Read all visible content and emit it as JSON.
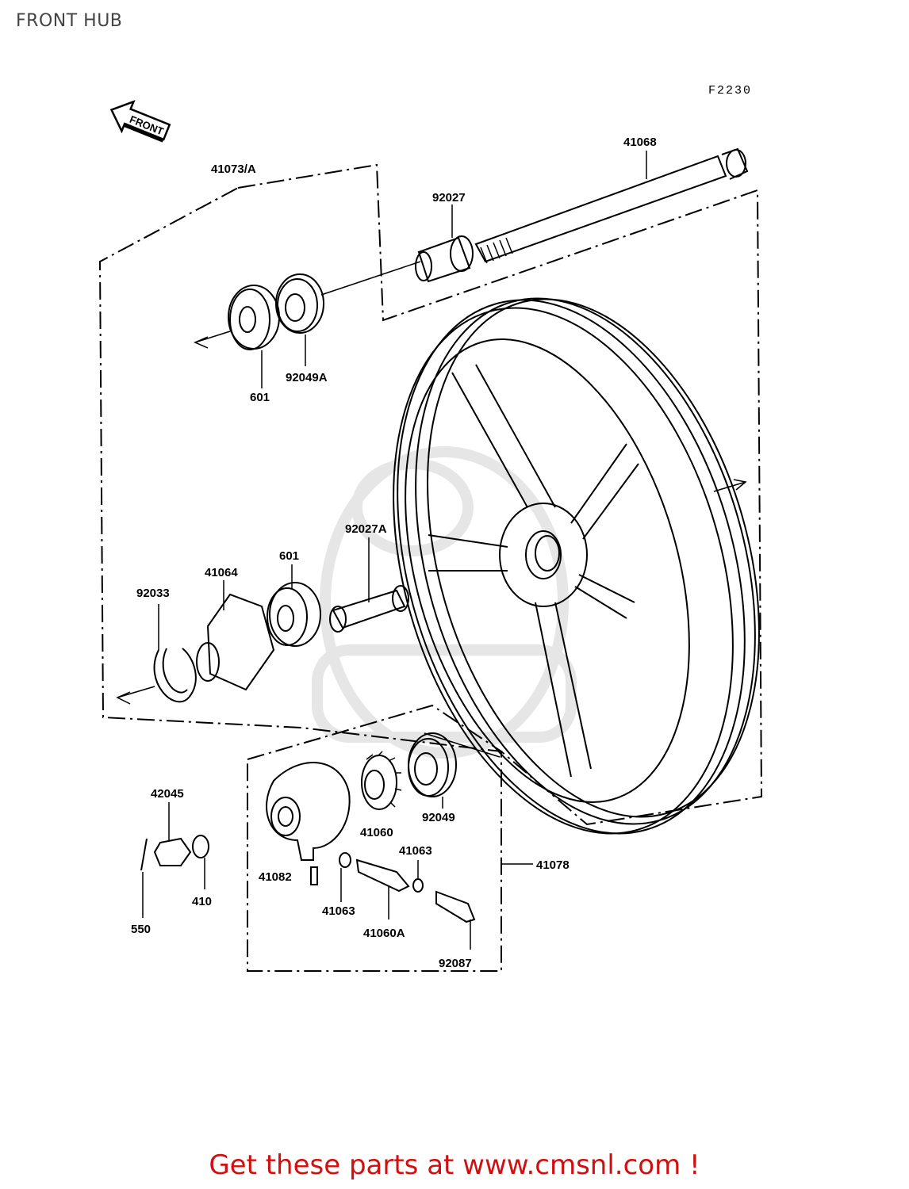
{
  "title": "FRONT HUB",
  "figure_code": "F2230",
  "front_arrow_label": "FRONT",
  "promo_text": "Get these parts at www.cmsnl.com !",
  "part_labels": {
    "p41068": "41068",
    "p41073A": "41073/A",
    "p92027": "92027",
    "p601_top": "601",
    "p92049A": "92049A",
    "p92027A": "92027A",
    "p601_mid": "601",
    "p41064": "41064",
    "p92033": "92033",
    "p42045": "42045",
    "p410": "410",
    "p550": "550",
    "p41060": "41060",
    "p92049": "92049",
    "p41063_a": "41063",
    "p41078": "41078",
    "p41082": "41082",
    "p41063_b": "41063",
    "p41060A": "41060A",
    "p92087": "92087"
  },
  "colors": {
    "promo": "#d01010",
    "line": "#000000",
    "title": "#444444"
  }
}
